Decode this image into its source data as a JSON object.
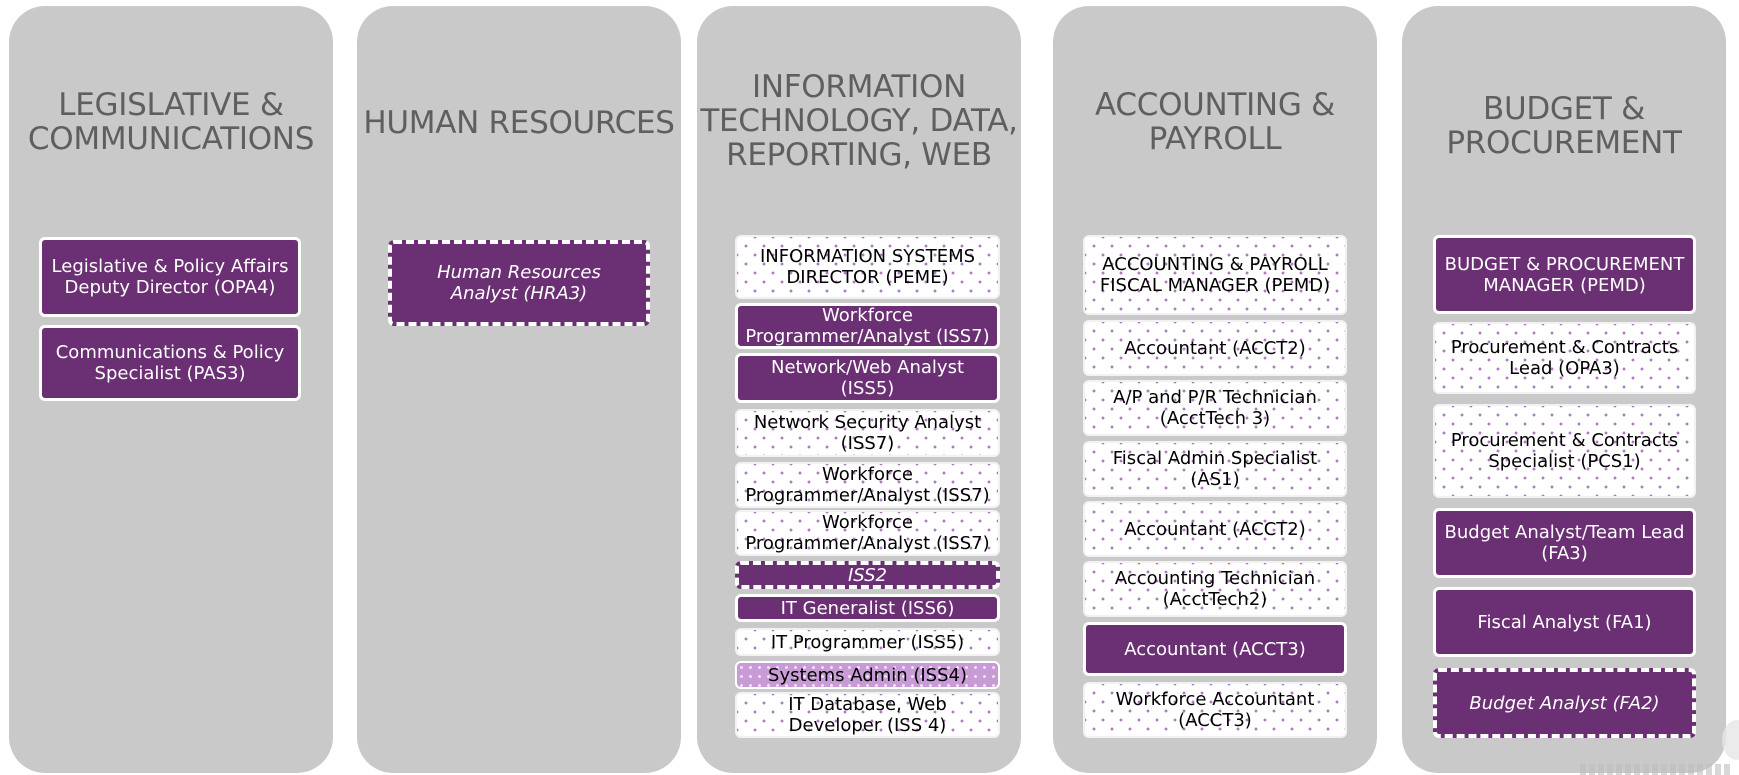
{
  "columns": [
    {
      "title": "LEGISLATIVE &\nCOMMUNICATIONS",
      "boxes": [
        {
          "text": "Legislative & Policy Affairs Deputy Director (OPA4)",
          "style": "solid"
        },
        {
          "text": "Communications & Policy Specialist (PAS3)",
          "style": "solid"
        }
      ]
    },
    {
      "title": "HUMAN RESOURCES",
      "boxes": [
        {
          "text": "Human Resources Analyst (HRA3)",
          "style": "dashed"
        }
      ]
    },
    {
      "title": "INFORMATION\nTECHNOLOGY, DATA,\nREPORTING, WEB",
      "boxes": [
        {
          "text": "INFORMATION SYSTEMS DIRECTOR (PEME)",
          "style": "dotted"
        },
        {
          "text": "Workforce Programmer/Analyst (ISS7)",
          "style": "solid"
        },
        {
          "text": "Network/Web Analyst (ISS5)",
          "style": "solid"
        },
        {
          "text": "Network Security Analyst (ISS7)",
          "style": "dotted"
        },
        {
          "text": "Workforce Programmer/Analyst (ISS7)",
          "style": "dotted"
        },
        {
          "text": "Workforce Programmer/Analyst (ISS7)",
          "style": "dotted"
        },
        {
          "text": "ISS2",
          "style": "dashed"
        },
        {
          "text": "IT Generalist (ISS6)",
          "style": "solid"
        },
        {
          "text": "IT Programmer (ISS5)",
          "style": "dotted"
        },
        {
          "text": "Systems Admin (ISS4)",
          "style": "dotted-light"
        },
        {
          "text": "IT Database, Web Developer (ISS 4)",
          "style": "dotted"
        }
      ]
    },
    {
      "title": "ACCOUNTING &\nPAYROLL",
      "boxes": [
        {
          "text": "ACCOUNTING & PAYROLL FISCAL MANAGER (PEMD)",
          "style": "dotted"
        },
        {
          "text": "Accountant (ACCT2)",
          "style": "dotted"
        },
        {
          "text": "A/P and P/R Technician (AcctTech 3)",
          "style": "dotted"
        },
        {
          "text": "Fiscal Admin Specialist (AS1)",
          "style": "dotted"
        },
        {
          "text": "Accountant (ACCT2)",
          "style": "dotted"
        },
        {
          "text": "Accounting Technician (AcctTech2)",
          "style": "dotted"
        },
        {
          "text": "Accountant (ACCT3)",
          "style": "solid"
        },
        {
          "text": "Workforce Accountant (ACCT3)",
          "style": "dotted"
        }
      ]
    },
    {
      "title": "BUDGET &\nPROCUREMENT",
      "boxes": [
        {
          "text": "BUDGET & PROCUREMENT MANAGER (PEMD)",
          "style": "solid"
        },
        {
          "text": "Procurement & Contracts Lead (OPA3)",
          "style": "dotted"
        },
        {
          "text": "Procurement & Contracts Specialist (PCS1)",
          "style": "dotted"
        },
        {
          "text": "Budget Analyst/Team Lead (FA3)",
          "style": "solid"
        },
        {
          "text": "Fiscal Analyst (FA1)",
          "style": "solid"
        },
        {
          "text": "Budget Analyst (FA2)",
          "style": "dashed"
        }
      ]
    }
  ],
  "colors": {
    "column_bg": "#c9c9c9",
    "title_text": "#5f5f5f",
    "solid_box": "#6b2f73",
    "dot_pattern": "#b07ac0",
    "light_box": "#c89ad6"
  }
}
